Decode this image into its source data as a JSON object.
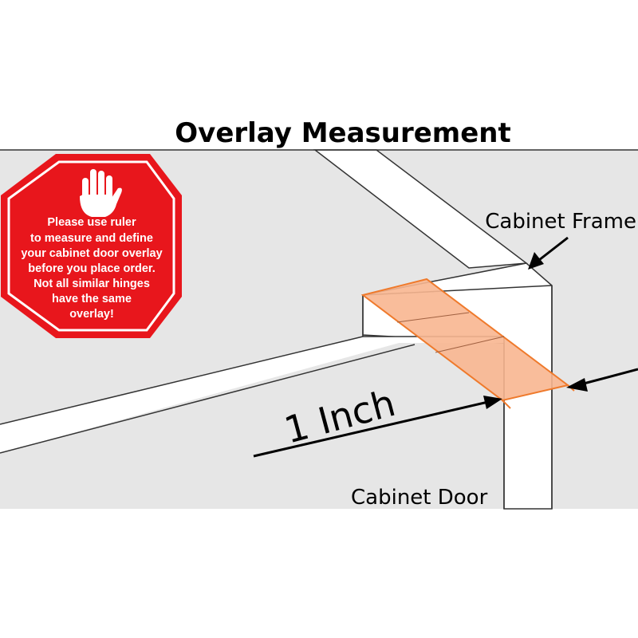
{
  "title": "Overlay Measurement",
  "labels": {
    "cabinet_frame": "Cabinet Frame",
    "cabinet_door": "Cabinet Door",
    "dimension": "1 Inch"
  },
  "warning_sign": {
    "lines": [
      "Please use ruler",
      "to measure and define",
      "your  cabinet door overlay",
      "before  you place order.",
      "Not all similar hinges",
      "have the same",
      "overlay!"
    ],
    "icon": "stop-hand-icon"
  },
  "colors": {
    "background_panel": "#e6e6e6",
    "line": "#333333",
    "overlay_fill": "#f8b690",
    "overlay_stroke": "#ef7a2c",
    "sign_red": "#e8161c"
  }
}
